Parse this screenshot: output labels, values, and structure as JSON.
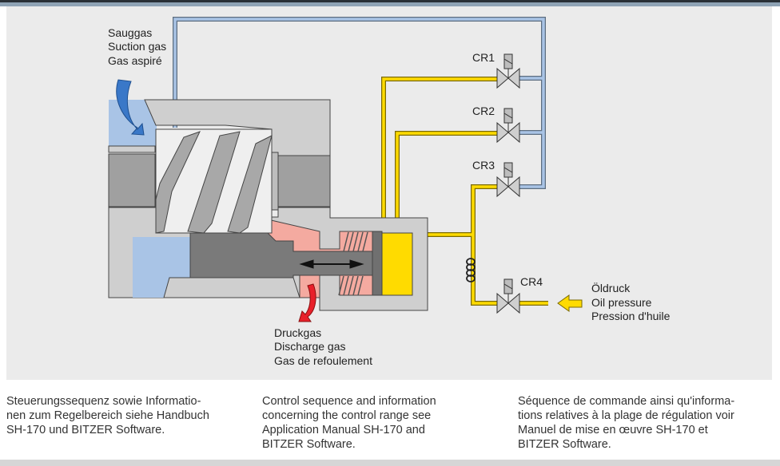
{
  "diagram": {
    "suction_label": [
      "Sauggas",
      "Suction gas",
      "Gas aspiré"
    ],
    "discharge_label": [
      "Druckgas",
      "Discharge gas",
      "Gas de refoulement"
    ],
    "oil_label": [
      "Öldruck",
      "Oil pressure",
      "Pression d'huile"
    ],
    "valves": [
      "CR1",
      "CR2",
      "CR3",
      "CR4"
    ],
    "colors": {
      "suction": "#a9c4e6",
      "oil": "#ffdb00",
      "discharge": "#f4aaa0",
      "housing": "#cfcfcf",
      "slide": "#7a7a7a"
    }
  },
  "captions": {
    "de": [
      "Steuerungssequenz sowie Informatio-",
      "nen zum Regelbereich siehe Handbuch",
      "SH-170 und BITZER Software."
    ],
    "en": [
      "Control sequence and information",
      "concerning the control range see",
      "Application Manual SH-170 and",
      "BITZER Software."
    ],
    "fr": [
      "Séquence de commande ainsi qu'informa-",
      "tions relatives à la plage de régulation voir",
      "Manuel de mise en œuvre SH-170 et",
      "BITZER Software."
    ]
  }
}
